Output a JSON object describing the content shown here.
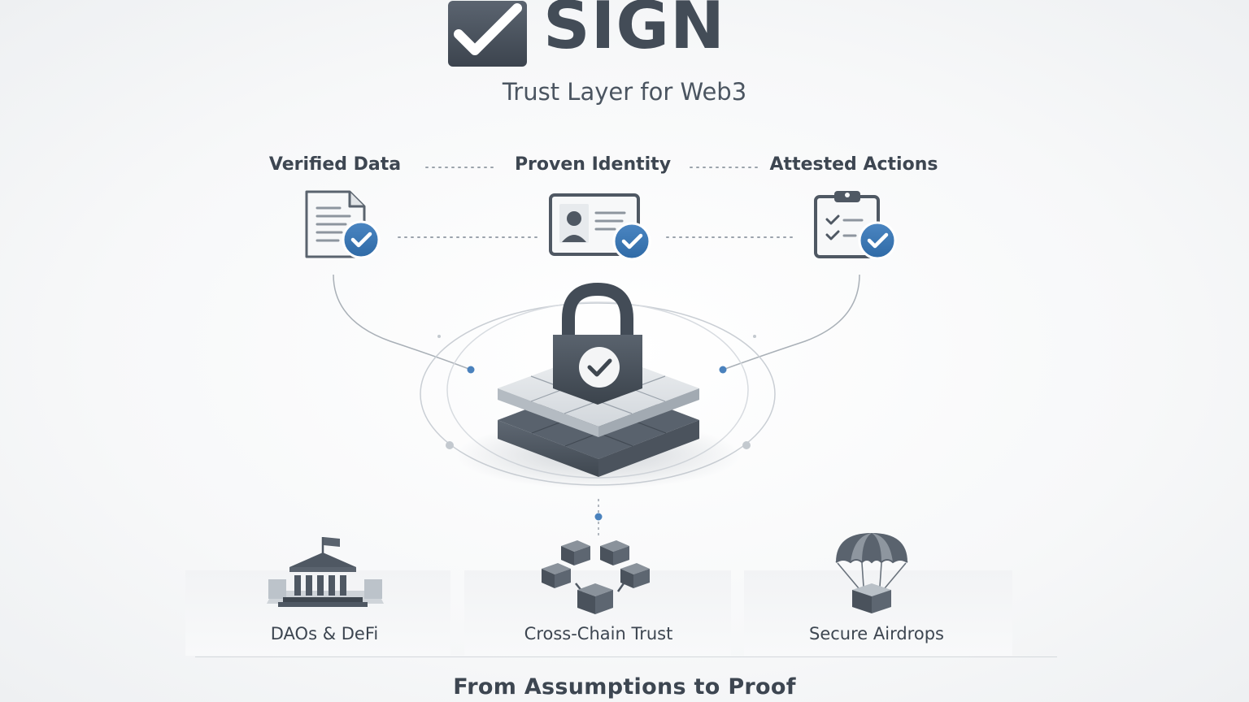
{
  "brand": {
    "name": "SIGN",
    "tagline": "Trust Layer for Web3"
  },
  "pillars": [
    {
      "label": "Verified Data",
      "icon": "document-check-icon"
    },
    {
      "label": "Proven Identity",
      "icon": "id-card-check-icon"
    },
    {
      "label": "Attested Actions",
      "icon": "clipboard-check-icon"
    }
  ],
  "center": {
    "icon": "padlock-blocks-icon"
  },
  "use_cases": [
    {
      "label": "DAOs & DeFi",
      "icon": "bank-building-icon"
    },
    {
      "label": "Cross-Chain Trust",
      "icon": "chain-blocks-icon"
    },
    {
      "label": "Secure Airdrops",
      "icon": "parachute-box-icon"
    }
  ],
  "footer": "From Assumptions to Proof",
  "colors": {
    "primary": "#434c57",
    "accent": "#3f78b5",
    "muted": "#c9ced4"
  }
}
